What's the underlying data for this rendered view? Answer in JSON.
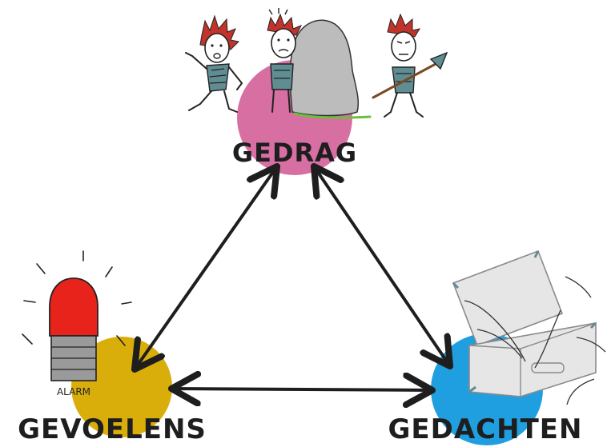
{
  "nodes": {
    "behavior": {
      "label": "GEDRAG",
      "color": "#d86fa3"
    },
    "feelings": {
      "label": "GEVOELENS",
      "color": "#d9ad0a"
    },
    "thoughts": {
      "label": "GEDACHTEN",
      "color": "#1f9fe0"
    }
  },
  "alarm": {
    "label": "ALARM",
    "bulb_color": "#e8231c"
  },
  "icons": {
    "behavior": [
      "fleeing-caveman-icon",
      "frozen-caveman-icon",
      "boulder-icon",
      "fighting-caveman-icon",
      "spear-icon"
    ],
    "feelings": [
      "alarm-light-icon"
    ],
    "thoughts": [
      "open-suitcase-icon"
    ]
  },
  "colors": {
    "arrow": "#1e1e1e",
    "hair": "#c0342b",
    "shirt": "#5f8d92",
    "boulder": "#bcbcbc",
    "grass": "#6cbf3a"
  }
}
